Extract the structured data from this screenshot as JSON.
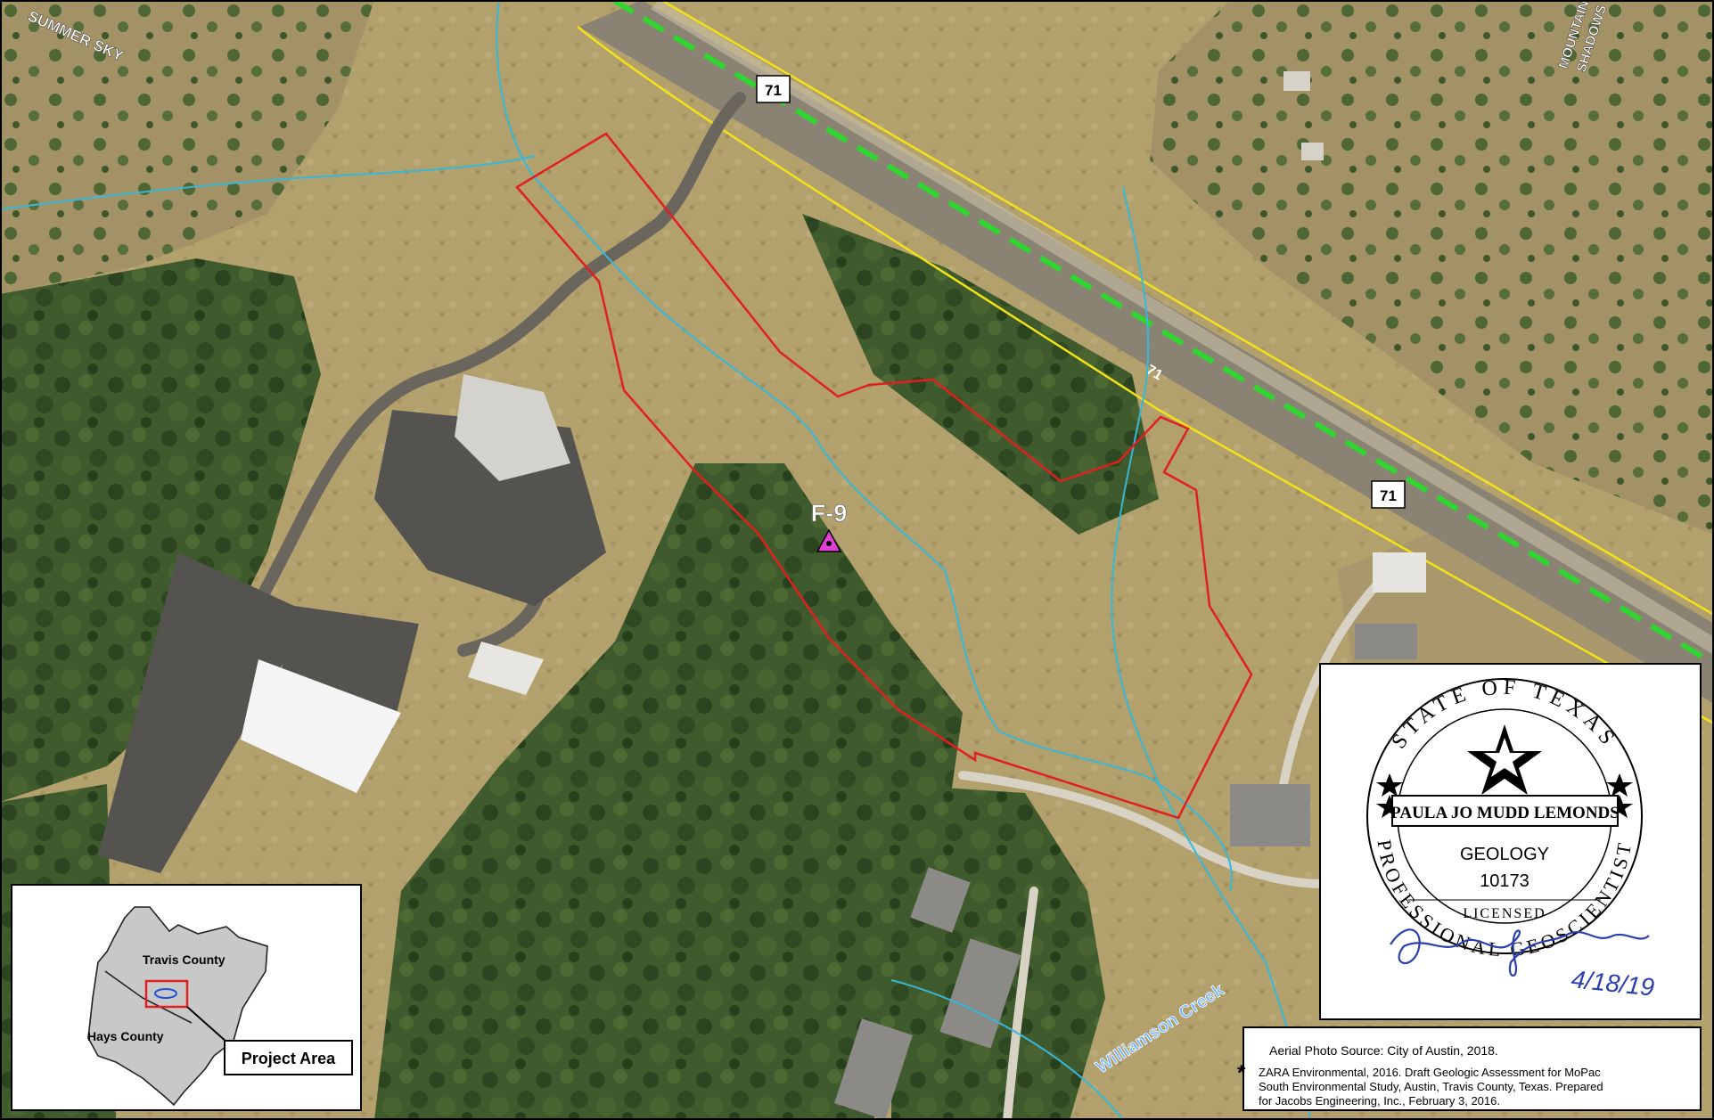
{
  "map": {
    "road_labels": {
      "summer_sky": "SUMMER SKY",
      "mountain_shadows_1": "MOUNTAIN",
      "mountain_shadows_2": "SHADOWS",
      "hwy_71_road_text": "71"
    },
    "shields": {
      "top": "71",
      "right": "71"
    },
    "creek_label": "Williamson Creek",
    "feature_label": "F-9",
    "colors": {
      "boundary": "#e02020",
      "highway_centerline": "#2fd62f",
      "row_lines": "#f2e21a",
      "creek": "#38b8d8",
      "feature_marker": "#e23fd9"
    }
  },
  "seal": {
    "ring_top": "STATE OF TEXAS",
    "ring_bottom": "PROFESSIONAL GEOSCIENTIST",
    "name": "PAULA JO MUDD LEMONDS",
    "discipline": "GEOLOGY",
    "number": "10173",
    "licensed": "LICENSED",
    "date": "4/18/19"
  },
  "inset": {
    "travis": "Travis County",
    "hays": "Hays County",
    "project_area": "Project Area"
  },
  "source": {
    "aerial": "Aerial Photo Source: City of Austin, 2018.",
    "asterisk": "*",
    "ref_lines": [
      "ZARA Environmental, 2016. Draft Geologic Assessment for MoPac",
      "South Environmental Study, Austin, Travis County, Texas. Prepared",
      "for Jacobs Engineering, Inc., February 3, 2016."
    ]
  }
}
